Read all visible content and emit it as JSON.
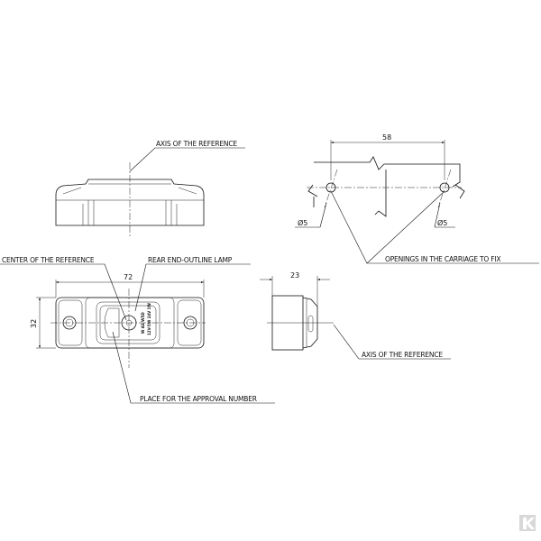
{
  "labels": {
    "axis_top": "AXIS OF THE REFERENCE",
    "center_ref": "CENTER OF THE REFERENCE",
    "lamp": "REAR END-OUTLINE LAMP",
    "approval": "PLACE FOR THE APPROVAL NUMBER",
    "openings": "OPENINGS IN THE CARRIAGE TO FIX",
    "axis_side": "AXIS OF THE REFERENCE"
  },
  "dimensions": {
    "width": "72",
    "height": "32",
    "depth": "23",
    "hole_spacing": "58",
    "hole_left": "Ø5",
    "hole_right": "Ø5"
  },
  "lamp_marking": [
    "W AS W5D",
    "12V-5W 24V 1W"
  ],
  "logo": "K"
}
